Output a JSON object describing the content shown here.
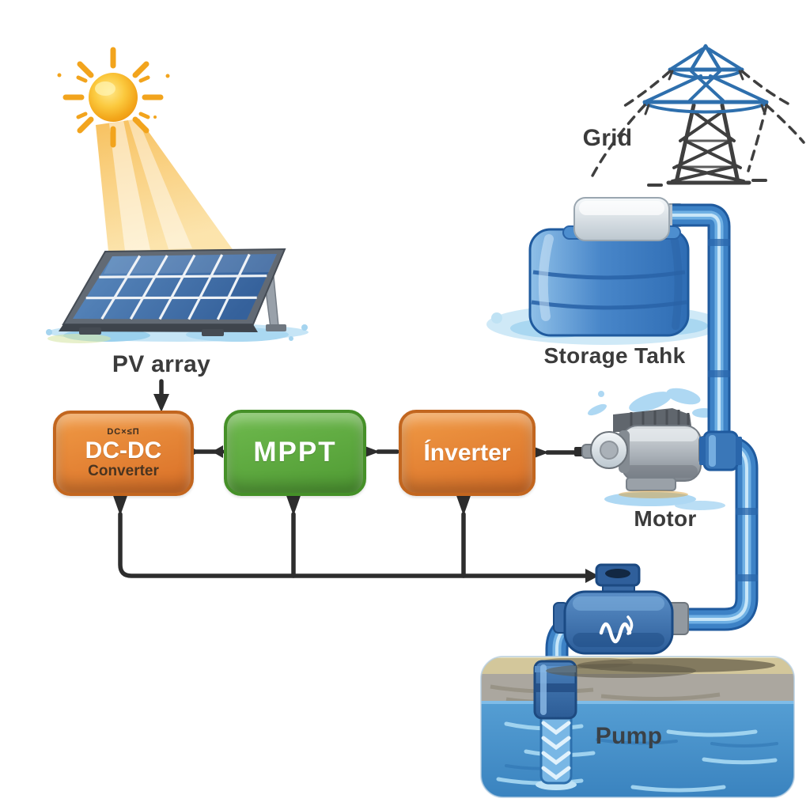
{
  "labels": {
    "pv_array": "PV array",
    "grid": "Grid",
    "storage_tank": "Storage Tahk",
    "motor": "Motor",
    "pump": "Pump"
  },
  "blocks": {
    "dcdc_top_small": "DC×≤Π",
    "dcdc_line1": "DC-DC",
    "dcdc_line2": "Converter",
    "mppt": "MPPT",
    "inverter": "Ínverter"
  },
  "colors": {
    "background": "#ffffff",
    "label_text": "#3b3b3b",
    "box_text_light": "#ffffff",
    "converter_text": "#4a3420",
    "box_orange_light": "#f09a45",
    "box_orange_dark": "#d96f27",
    "box_orange_border": "#c2661f",
    "box_green_light": "#6fba4e",
    "box_green_dark": "#4f9a33",
    "box_green_border": "#459028",
    "connector": "#2d2d2d",
    "pipe_blue": "#3d82c6",
    "pipe_blue_dark": "#1f5a9e",
    "tank_blue": "#4886c9",
    "water_blue": "#4f9cd4",
    "sun_yellow": "#f5a81c"
  }
}
